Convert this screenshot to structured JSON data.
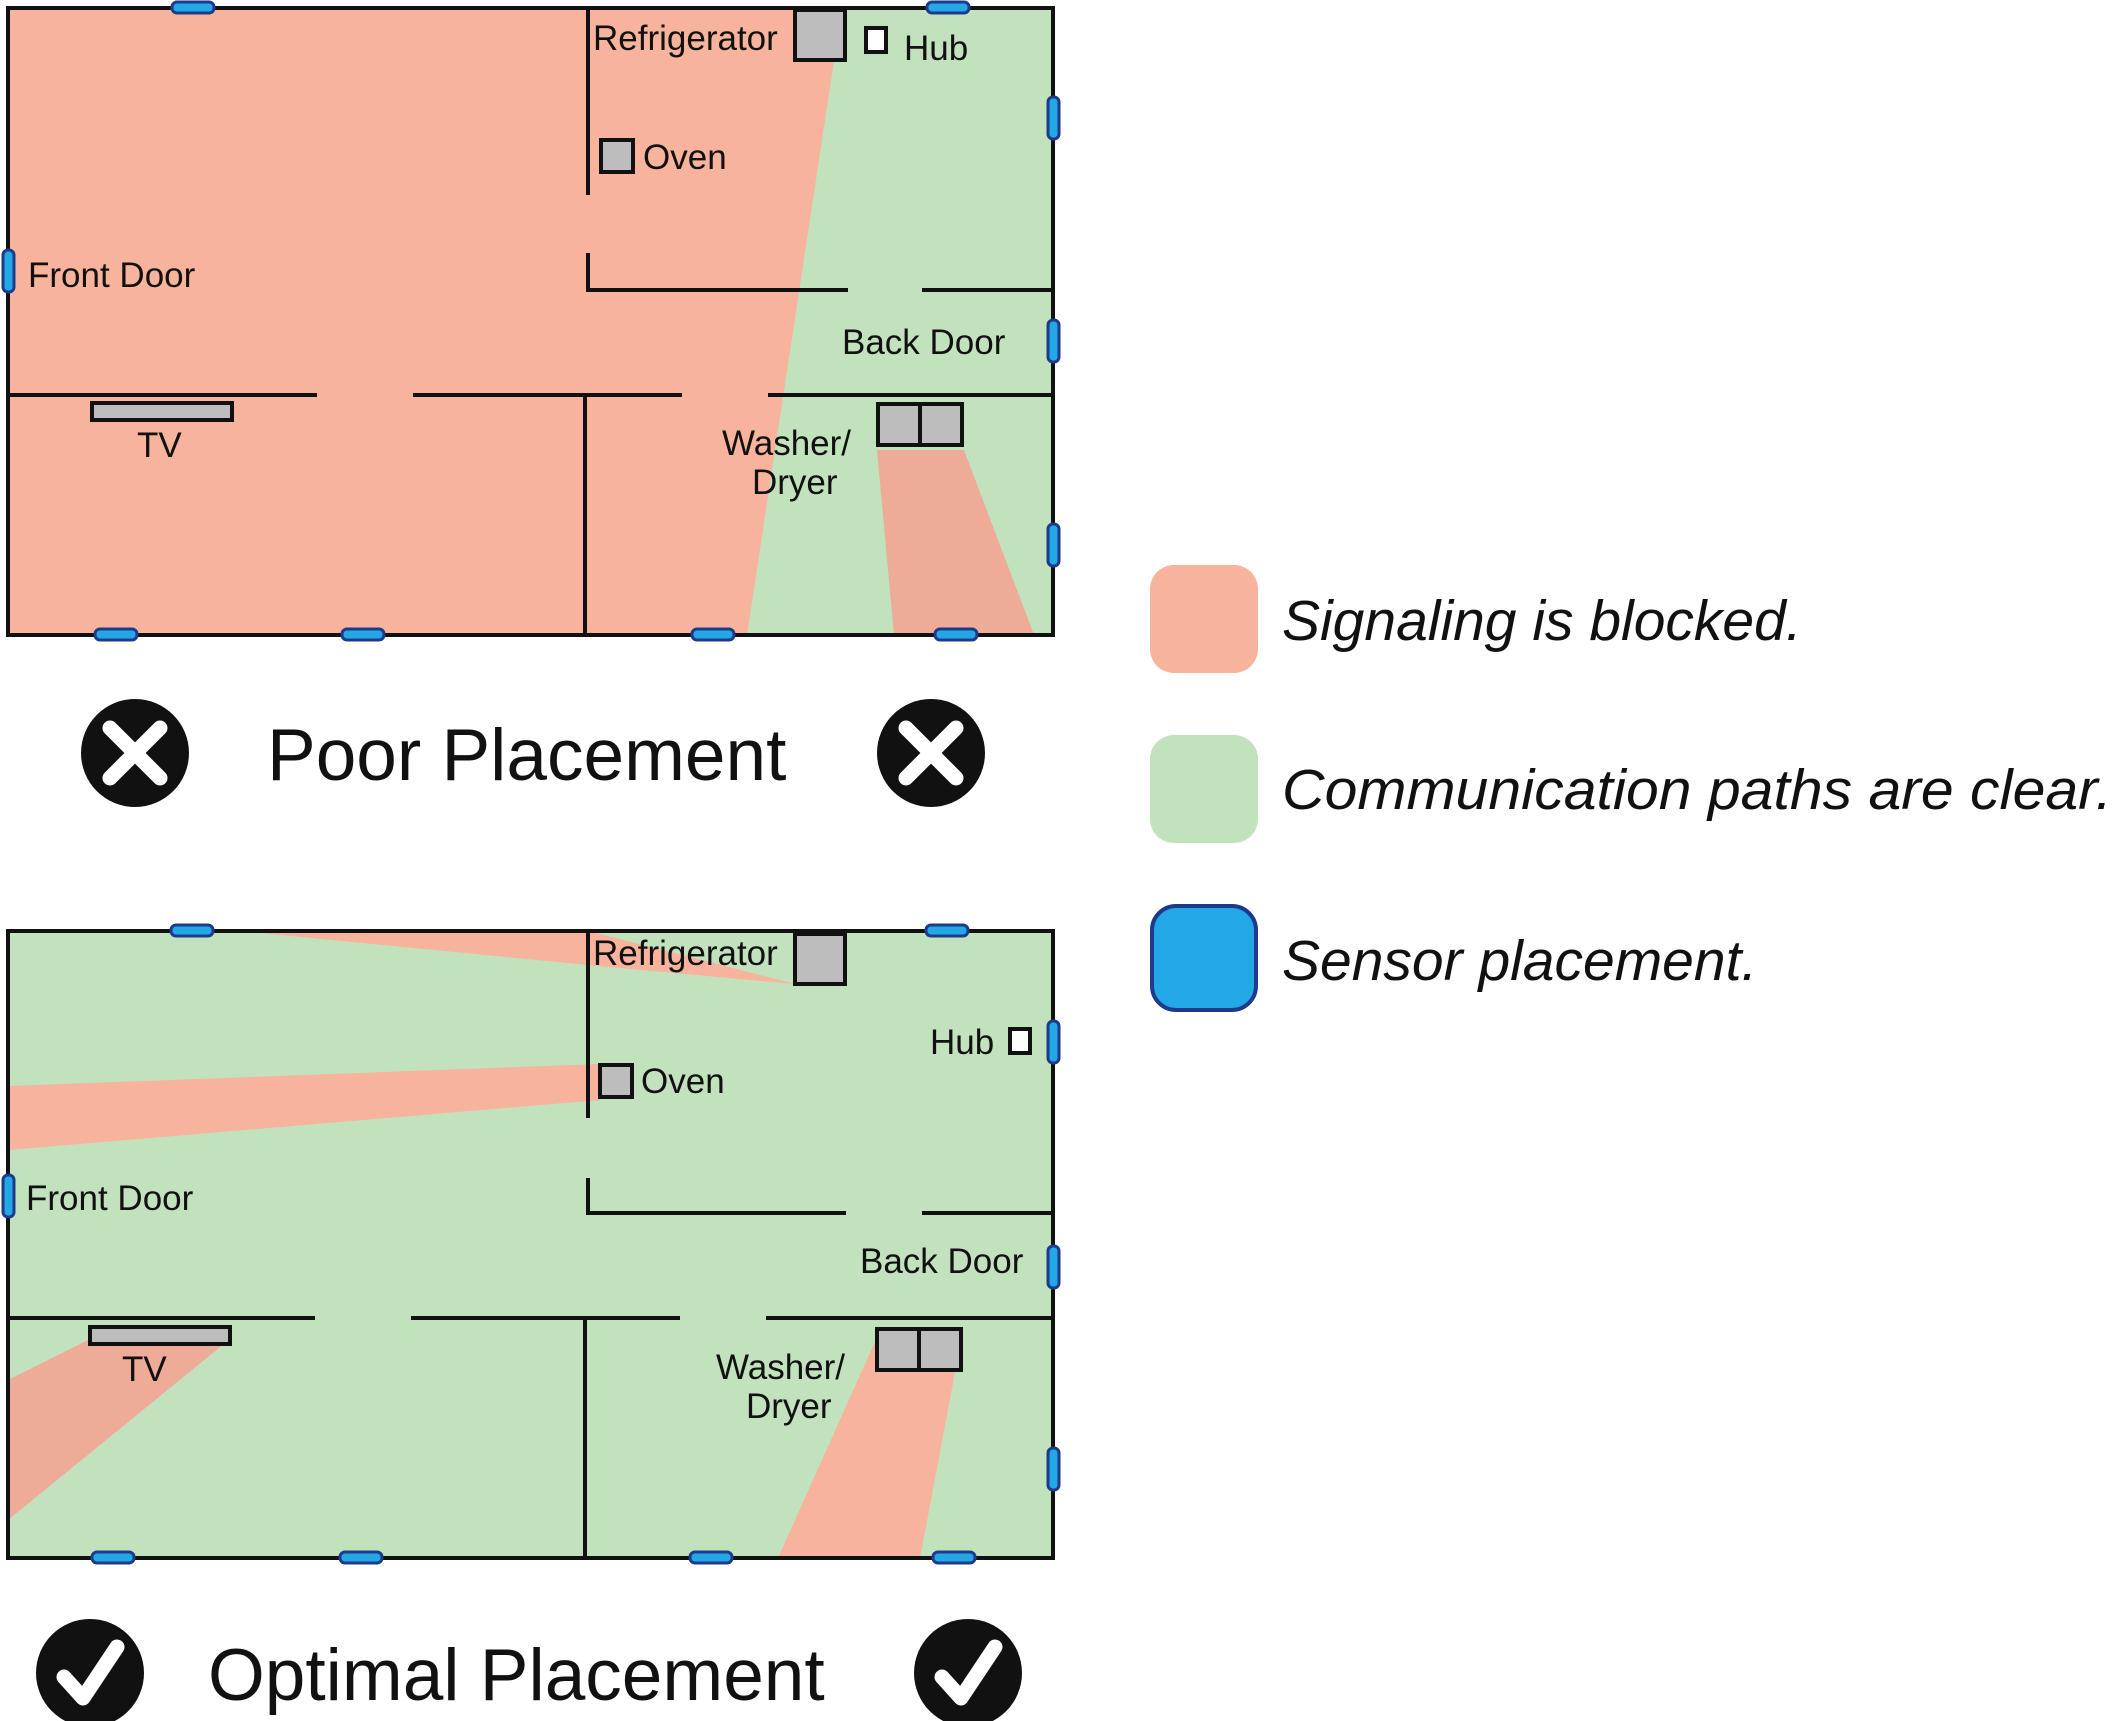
{
  "colors": {
    "blocked": "#f7b39c",
    "blocked_dark": "#eeab98",
    "clear": "#c2e1bd",
    "sensor": "#22a8e6",
    "sensor_border": "#1f3a8a",
    "wall": "#111111",
    "appliance": "#bdbdbd"
  },
  "poor": {
    "caption": "Poor Placement",
    "status_icon": "x-circle-icon",
    "labels": {
      "refrigerator": "Refrigerator",
      "hub": "Hub",
      "oven": "Oven",
      "front_door": "Front Door",
      "back_door": "Back Door",
      "tv": "TV",
      "washer_line1": "Washer/",
      "washer_line2": "Dryer"
    }
  },
  "optimal": {
    "caption": "Optimal Placement",
    "status_icon": "check-circle-icon",
    "labels": {
      "refrigerator": "Refrigerator",
      "hub": "Hub",
      "oven": "Oven",
      "front_door": "Front Door",
      "back_door": "Back Door",
      "tv": "TV",
      "washer_line1": "Washer/",
      "washer_line2": "Dryer"
    }
  },
  "legend": {
    "items": [
      {
        "label": "Signaling is blocked.",
        "color": "#f7b39c",
        "icon": "blocked-swatch"
      },
      {
        "label": "Communication paths are clear.",
        "color": "#c2e1bd",
        "icon": "clear-swatch"
      },
      {
        "label": "Sensor placement.",
        "color": "#22a8e6",
        "icon": "sensor-swatch"
      }
    ]
  }
}
